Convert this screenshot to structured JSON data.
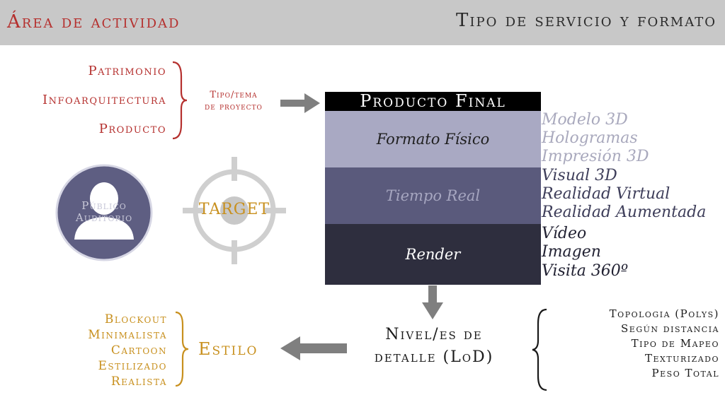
{
  "header": {
    "left_title": "Área de actividad",
    "right_title": "Tipo de servicio y formato"
  },
  "areas": [
    "Patrimonio",
    "Infoarquitectura",
    "Producto"
  ],
  "tipo_tema": [
    "Tipo/tema",
    "de proyecto"
  ],
  "producto_final": {
    "title": "Producto Final",
    "bands": [
      "Formato Físico",
      "Tiempo Real",
      "Render"
    ],
    "outputs": {
      "fisico": [
        "Modelo 3D",
        "Hologramas",
        "Impresión 3D"
      ],
      "tiempo_real": [
        "Visual 3D",
        "Realidad Virtual",
        "Realidad Aumentada"
      ],
      "render": [
        "Vídeo",
        "Imagen",
        "Visita 360º"
      ]
    }
  },
  "publico": [
    "Público",
    "Auditorio"
  ],
  "target": "TARGET",
  "estilo": {
    "label": "Estilo",
    "items": [
      "Blockout",
      "Minimalista",
      "Cartoon",
      "Estilizado",
      "Realista"
    ]
  },
  "nivel": [
    "Nivel/es de",
    "detalle (LoD)"
  ],
  "lod_items": [
    "Topologia (Polys)",
    "Según distancia",
    "Tipo de Mapeo",
    "Texturizado",
    "Peso Total"
  ],
  "colors": {
    "header_bg": "#c8c8c8",
    "area_red": "#b5302e",
    "estilo_gold": "#c8901e",
    "band_fisico": "#a9a9c3",
    "band_tiempo_real": "#5a5a7c",
    "band_render": "#2e2e3e",
    "arrow_gray": "#7f7f7f"
  }
}
